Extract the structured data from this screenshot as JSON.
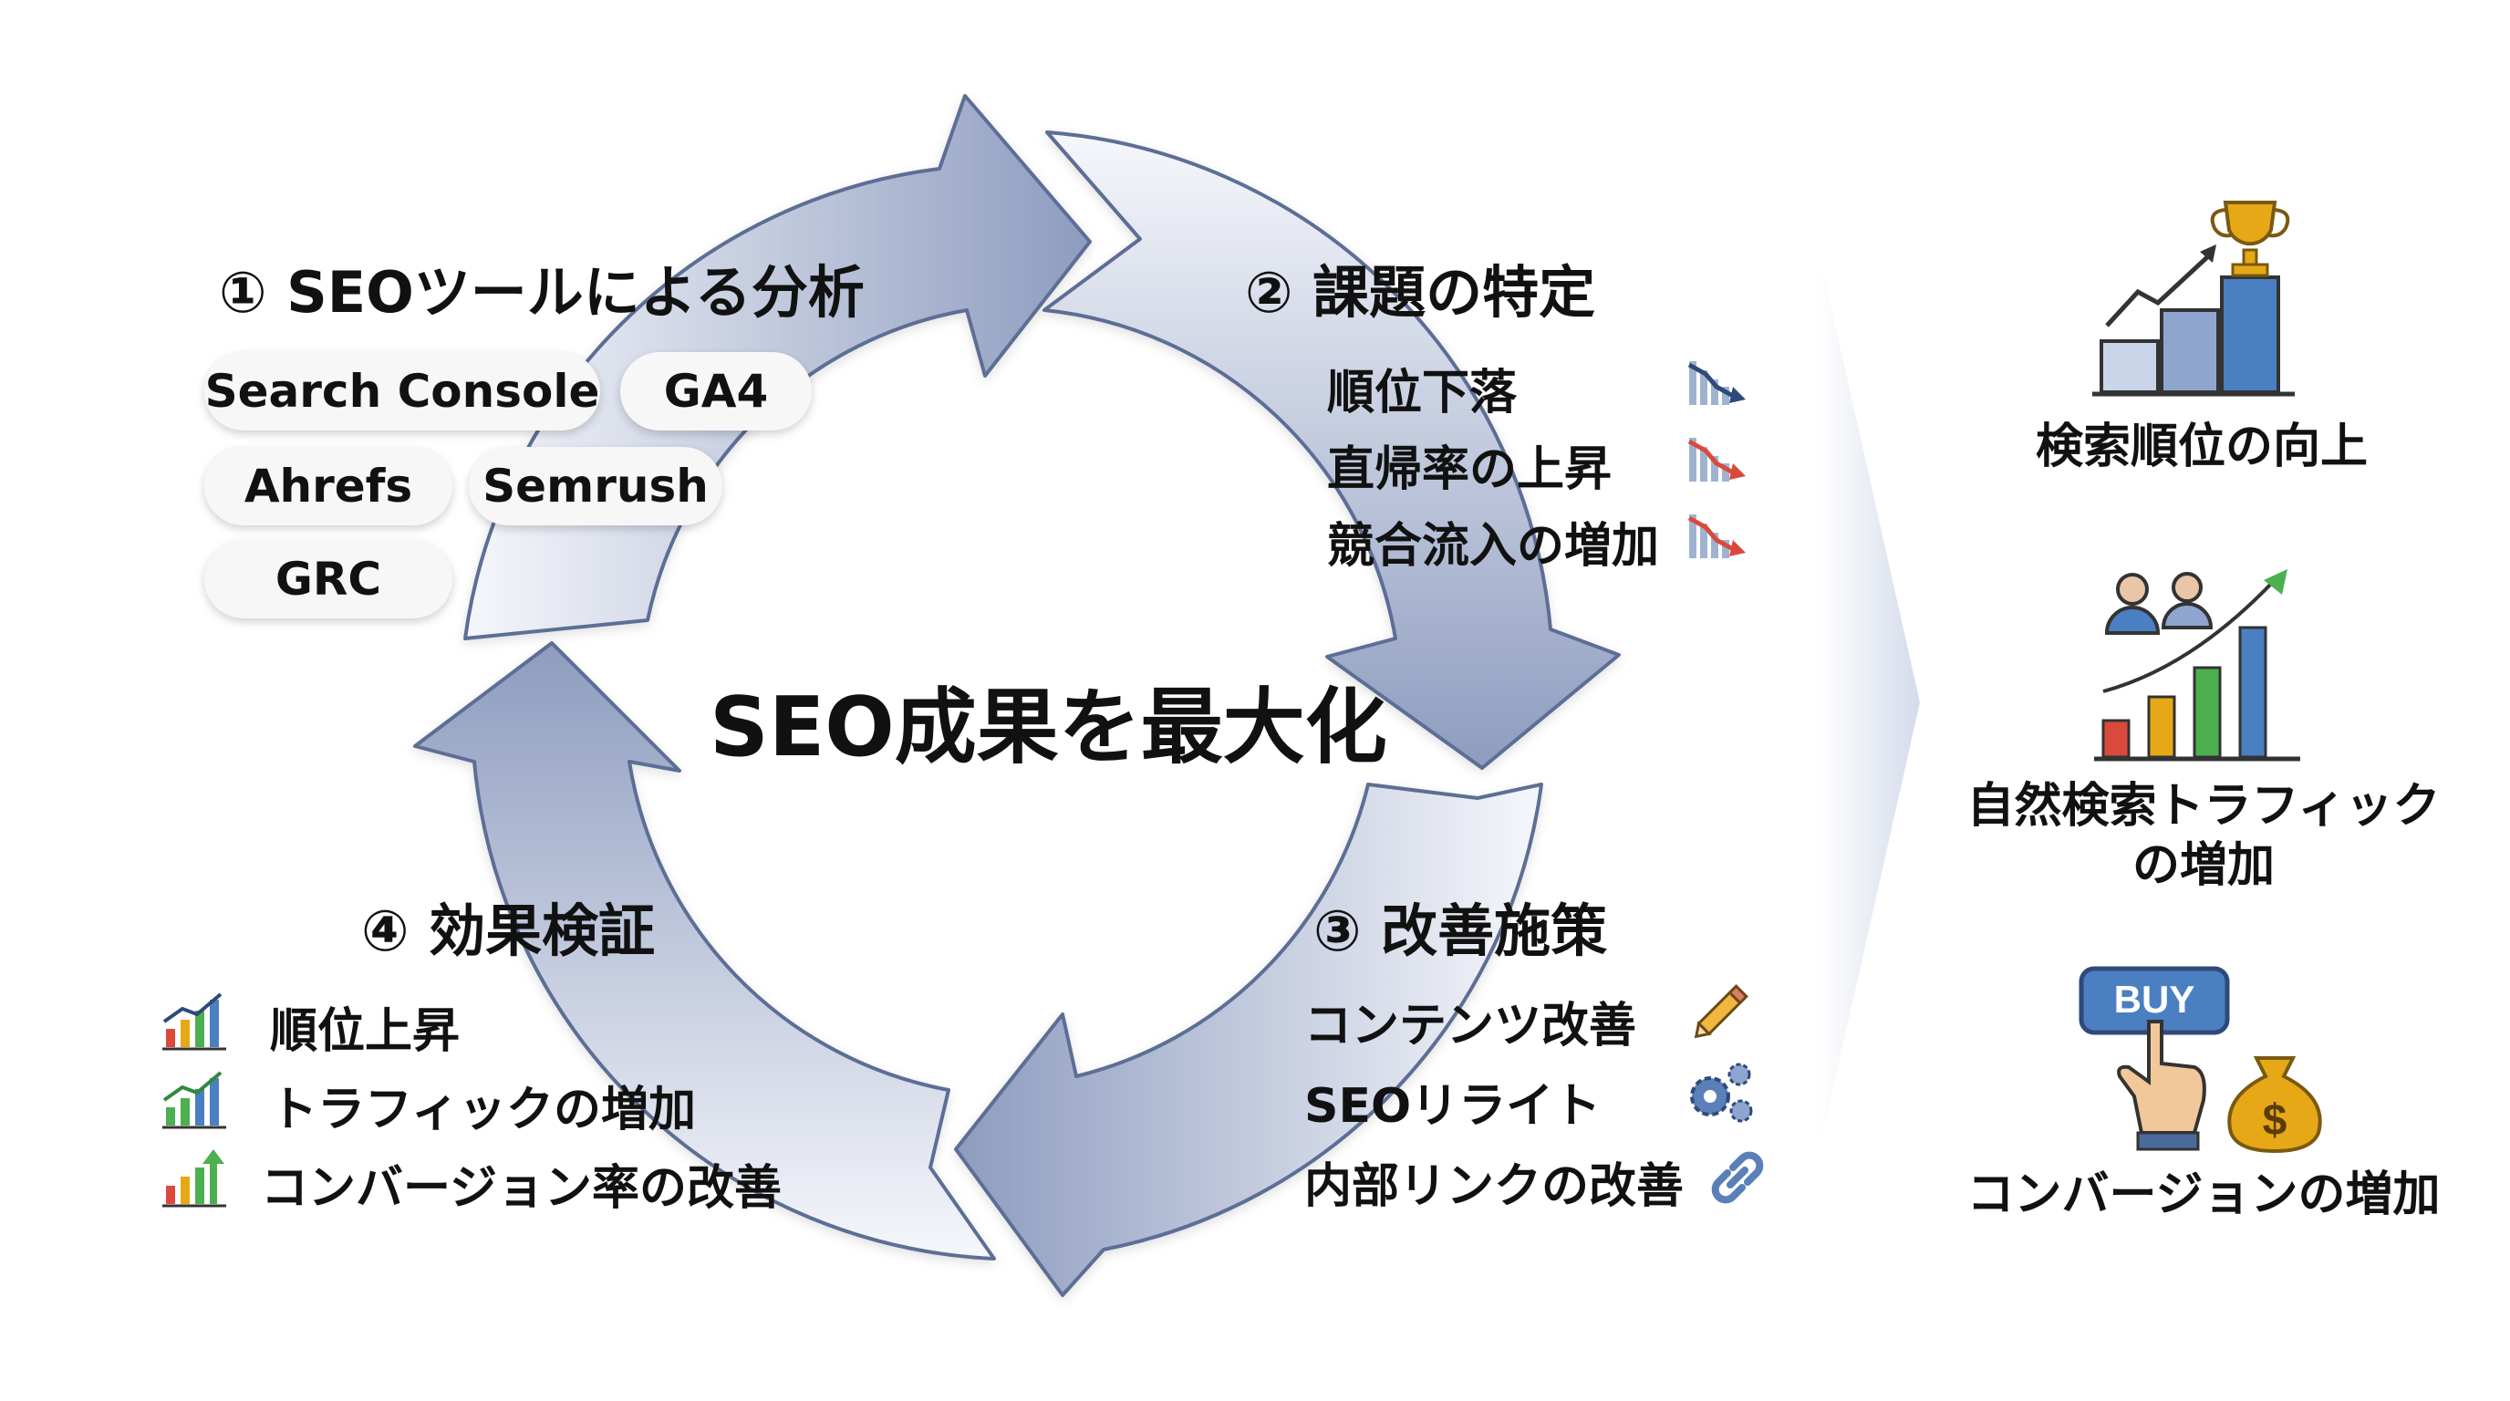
{
  "center": {
    "label": "SEO成果を最大化"
  },
  "steps": [
    {
      "title": "① SEOツールによる分析",
      "tools": [
        "Search Console",
        "GA4",
        "Ahrefs",
        "Semrush",
        "GRC"
      ]
    },
    {
      "title": "② 課題の特定",
      "items": [
        "順位下落",
        "直帰率の上昇",
        "競合流入の増加"
      ]
    },
    {
      "title": "③ 改善施策",
      "items": [
        "コンテンツ改善",
        "SEOリライト",
        "内部リンクの改善"
      ]
    },
    {
      "title": "④ 効果検証",
      "items": [
        "順位上昇",
        "トラフィックの増加",
        "コンバージョン率の改善"
      ]
    }
  ],
  "outcomes": [
    {
      "line1": "検索順位の向上",
      "line2": "",
      "icon": "trophy-chart-icon"
    },
    {
      "line1": "自然検索トラフィック",
      "line2": "の増加",
      "icon": "people-growth-chart-icon"
    },
    {
      "line1": "コンバージョンの増加",
      "line2": "",
      "icon": "buy-button-money-bag-icon"
    }
  ],
  "icons": {
    "issues": [
      "declining-chart-icon",
      "declining-chart-icon",
      "declining-chart-icon"
    ],
    "actions": [
      "pencil-icon",
      "gears-icon",
      "chain-link-icon"
    ],
    "verification": [
      "rising-bar-chart-icon",
      "rising-bar-chart-icon",
      "rising-arrows-chart-icon"
    ]
  },
  "colors": {
    "arrow_light": "#f2f4f9",
    "arrow_dark": "#8d9cbf",
    "arrow_stroke": "#5d6e96",
    "gold": "#e6a817",
    "blue": "#4a7fc1",
    "red": "#d94a3d",
    "green": "#4caf50"
  }
}
